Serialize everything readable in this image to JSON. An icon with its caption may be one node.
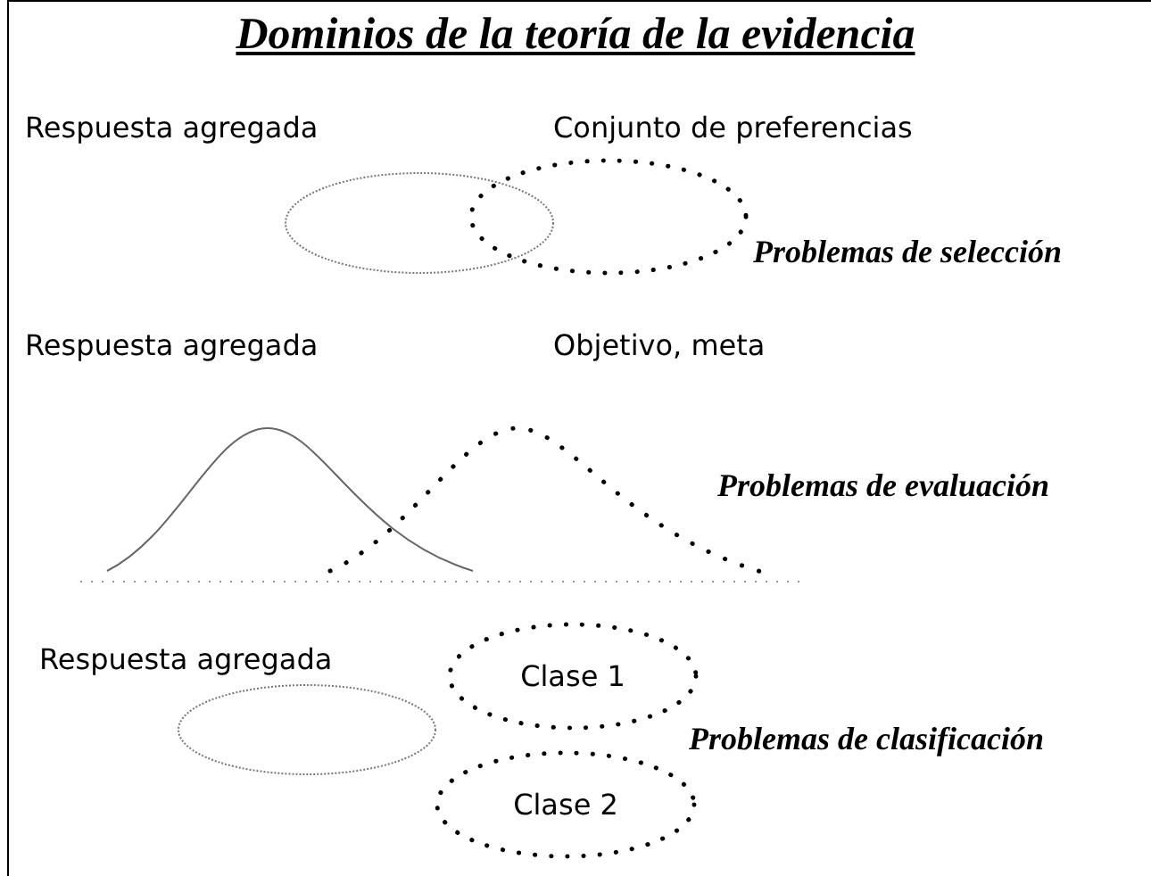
{
  "diagram": {
    "title": "Dominios de la teoría de la evidencia",
    "nodes": [
      {
        "text": [],
        "shape": "ellipse"
      },
      {
        "text": [],
        "shape": "ellipse"
      },
      {
        "text": [
          "Clase 1"
        ]
      },
      {
        "text": [],
        "shape": "ellipse"
      },
      {
        "text": [
          "Clase 2"
        ]
      }
    ],
    "labels": [
      "Respuesta agregada",
      "Conjunto de preferencias",
      "Problemas de selección",
      "Respuesta agregada",
      "Objetivo, meta",
      "Problemas de evaluación",
      "Respuesta agregada",
      "Problemas de clasificación"
    ]
  }
}
